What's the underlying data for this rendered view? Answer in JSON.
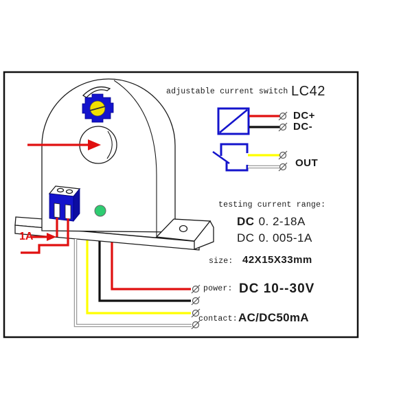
{
  "colors": {
    "blue": "#1414cc",
    "red": "#e01010",
    "yellow": "#ffff00",
    "green": "#2ecc71",
    "wireblack": "#111111",
    "ink": "#1a1a1a"
  },
  "header": {
    "title": "adjustable current switch",
    "model": "LC42"
  },
  "connections": {
    "dc_plus": "DC+",
    "dc_minus": "DC-",
    "out": "OUT"
  },
  "specs": {
    "range_heading": "testing current range:",
    "range1_unit": "DC",
    "range1_value": "0. 2-18A",
    "range2_unit": "DC",
    "range2_value": "0. 005-1A",
    "size_label": "size:",
    "size_value": "42X15X33mm",
    "power_label": "power:",
    "power_value": "DC 10--30V",
    "contact_label": "contact:",
    "contact_value": "AC/DC50mA"
  },
  "device": {
    "test_current_label": "1A"
  }
}
